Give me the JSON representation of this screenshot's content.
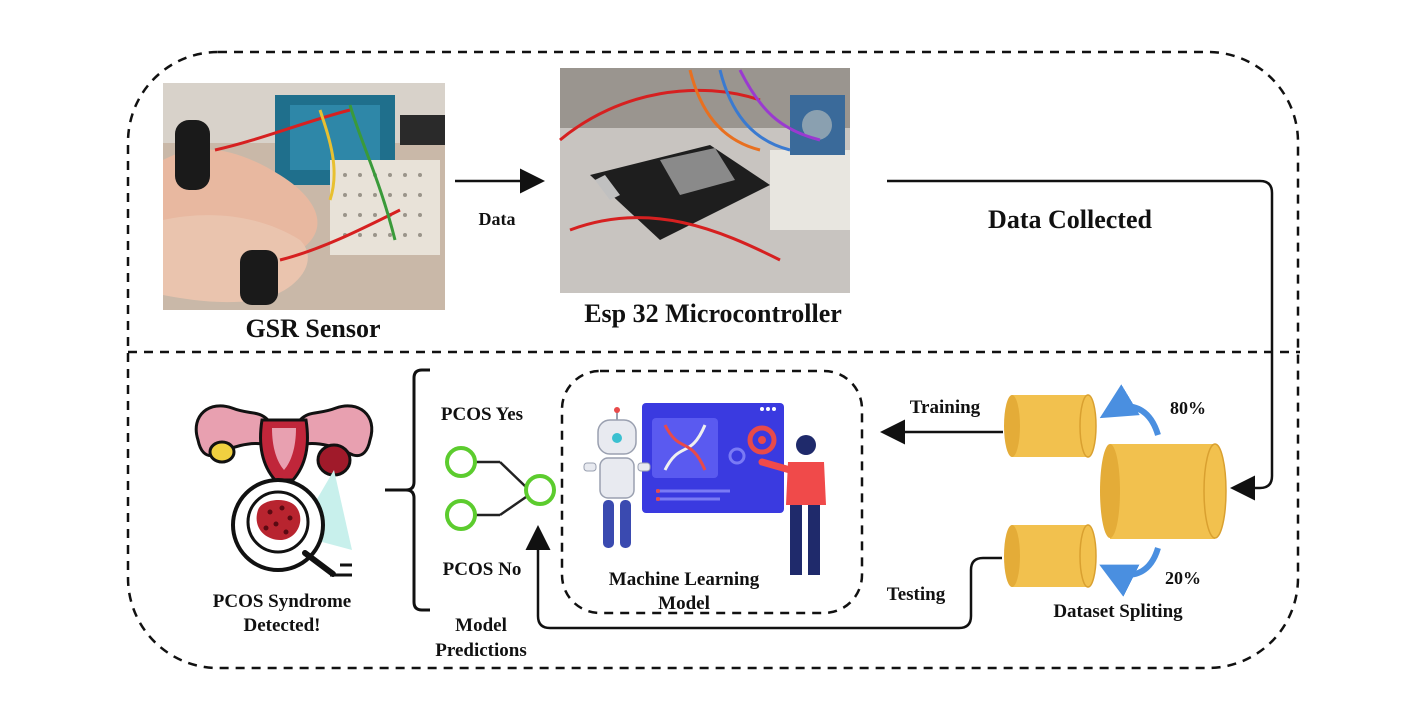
{
  "top_section": {
    "gsr_label": "GSR Sensor",
    "data_arrow_label": "Data",
    "esp_label": "Esp 32 Microcontroller",
    "data_collected_label": "Data Collected"
  },
  "dataset": {
    "training_label": "Training",
    "testing_label": "Testing",
    "train_pct": "80%",
    "test_pct": "20%",
    "split_label": "Dataset Spliting"
  },
  "ml_model": {
    "label_line1": "Machine Learning",
    "label_line2": "Model"
  },
  "predictions": {
    "yes_label": "PCOS Yes",
    "no_label": "PCOS No",
    "label_line1": "Model",
    "label_line2": "Predictions"
  },
  "result": {
    "label_line1": "PCOS Syndrome",
    "label_line2": "Detected!"
  },
  "colors": {
    "cylinder": "#f2c14e",
    "cylinder_edge": "#d9a030",
    "arrow_blue": "#4a8fe0",
    "node_green": "#5ccc2e",
    "uterus_pink": "#e8a0b0",
    "uterus_red": "#b8242f",
    "screen_blue": "#3a3ae0",
    "person_red": "#f04a4a",
    "person_navy": "#1f2a6b"
  }
}
